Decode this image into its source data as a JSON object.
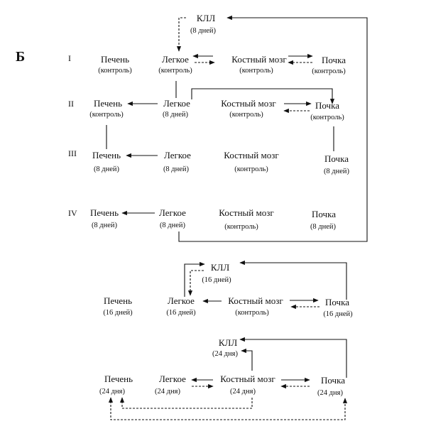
{
  "panel_label": "Б",
  "rows": [
    {
      "id": "I",
      "roman": "I",
      "nodes": [
        {
          "name": "Печень",
          "sub": "(контроль)"
        },
        {
          "name": "Легкое",
          "sub": "(контроль)"
        },
        {
          "name": "Костный мозг",
          "sub": "(контроль)"
        },
        {
          "name": "Почка",
          "sub": "(контроль)"
        }
      ]
    },
    {
      "id": "II",
      "roman": "II",
      "nodes": [
        {
          "name": "Печень",
          "sub": "(контроль)"
        },
        {
          "name": "Легкое",
          "sub": "(8 дней)"
        },
        {
          "name": "Костный мозг",
          "sub": "(контроль)"
        },
        {
          "name": "Почка",
          "sub": "(контроль)"
        }
      ]
    },
    {
      "id": "III",
      "roman": "III",
      "nodes": [
        {
          "name": "Печень",
          "sub": "(8 дней)"
        },
        {
          "name": "Легкое",
          "sub": "(8 дней)"
        },
        {
          "name": "Костный мозг",
          "sub": "(контроль)"
        },
        {
          "name": "Почка",
          "sub": "(8 дней)"
        }
      ]
    },
    {
      "id": "IV",
      "roman": "IV",
      "nodes": [
        {
          "name": "Печень",
          "sub": "(8 дней)"
        },
        {
          "name": "Легкое",
          "sub": "(8 дней)"
        },
        {
          "name": "Костный мозг",
          "sub": "(контроль)"
        },
        {
          "name": "Почка",
          "sub": "(8 дней)"
        }
      ]
    }
  ],
  "kll_top": {
    "name": "КЛЛ",
    "sub": "(8 дней)"
  },
  "block16": {
    "kll": {
      "name": "КЛЛ",
      "sub": "(16 дней)"
    },
    "nodes": [
      {
        "name": "Печень",
        "sub": "(16 дней)"
      },
      {
        "name": "Легкое",
        "sub": "(16 дней)"
      },
      {
        "name": "Костный мозг",
        "sub": "(контроль)"
      },
      {
        "name": "Почка",
        "sub": "(16 дней)"
      }
    ]
  },
  "block24": {
    "kll": {
      "name": "КЛЛ",
      "sub": "(24 дня)"
    },
    "nodes": [
      {
        "name": "Печень",
        "sub": "(24 дня)"
      },
      {
        "name": "Легкое",
        "sub": "(24 дня)"
      },
      {
        "name": "Костный мозг",
        "sub": "(24 дня)"
      },
      {
        "name": "Почка",
        "sub": "(24 дня)"
      }
    ]
  }
}
